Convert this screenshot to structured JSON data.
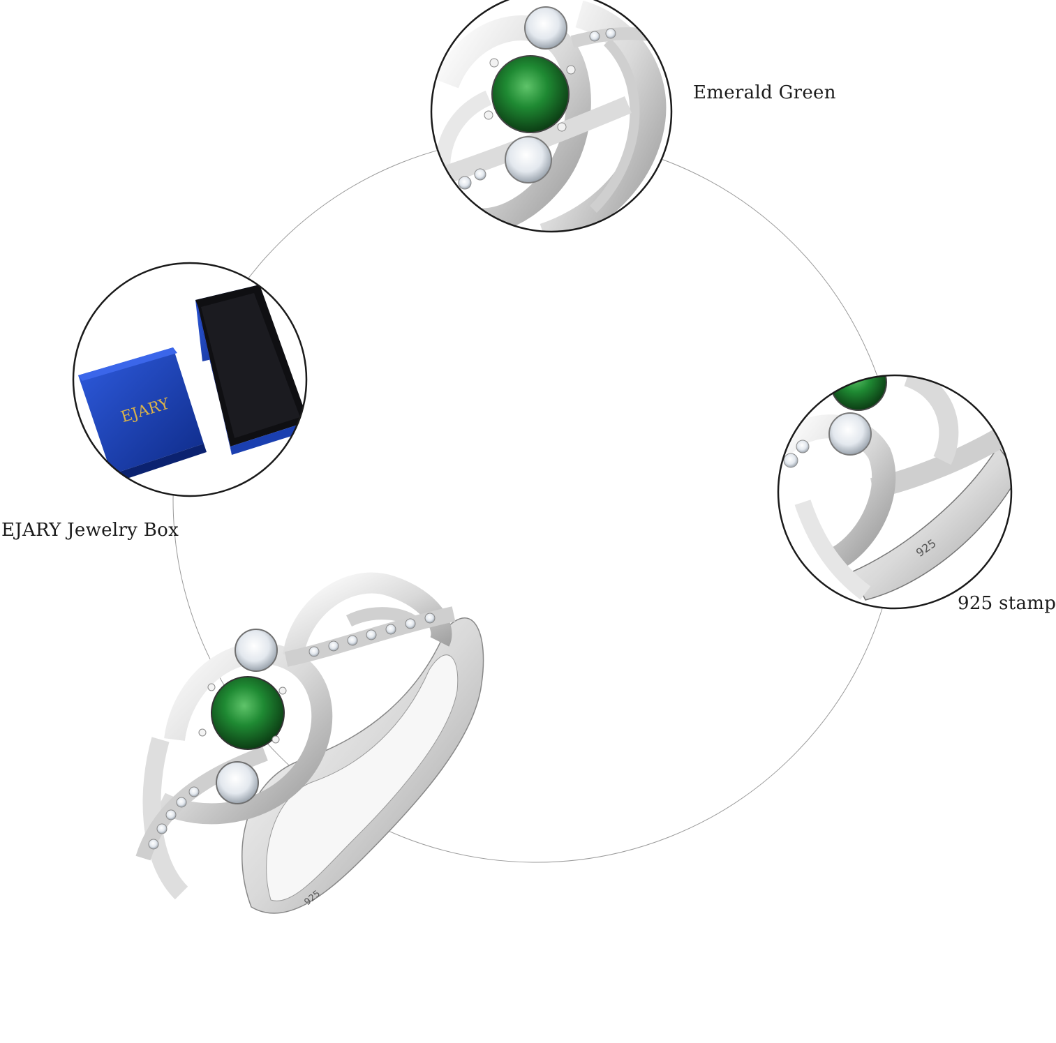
{
  "labels": {
    "emerald": "Emerald Green",
    "box": "EJARY Jewelry Box",
    "stamp": "925 stamp"
  },
  "box_brand": "EJARY",
  "ring_stamp": "925",
  "colors": {
    "background": "#ffffff",
    "emerald": "#1f7a2e",
    "box_blue": "#1a3fb0",
    "silver": "#e6e6e6",
    "outline": "#222222"
  },
  "icons": {
    "ring": "ring-icon",
    "jewelry_box": "jewelry-box-icon"
  }
}
